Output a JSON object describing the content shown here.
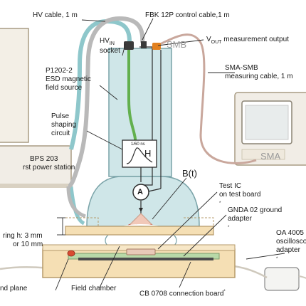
{
  "labels": {
    "hv_cable": "HV cable, 1 m",
    "fbk_cable": "FBK 12P control cable,1 m",
    "hv_socket_line1": "HV",
    "hv_socket_sub": "IN",
    "hv_socket_line2": "socket",
    "smb": "SMB",
    "vout_main": "V",
    "vout_sub": "OUT",
    "vout_rest": " measurement output",
    "p1202_line1": "P1202-2",
    "p1202_line2": "ESD magnetic",
    "p1202_line3": "field source",
    "sma_smb_line1": "SMA-SMB",
    "sma_smb_line2": "measuring cable, 1 m",
    "pulse_line1": "Pulse",
    "pulse_line2": "shaping",
    "pulse_line3": "circuit",
    "pulse_box_top": "1/60 ns",
    "pulse_box_h": "H",
    "sma": "SMA",
    "bps_line1": "BPS 203",
    "bps_line2": "rst power station",
    "bt": "B(t)",
    "ammeter": "A",
    "test_ic_line1": "Test IC",
    "test_ic_line2": "on test board",
    "gnda_line1": "GNDA 02 ground",
    "gnda_line2": "adapter",
    "oa_line1": "OA 4005",
    "oa_line2": "oscillosco",
    "oa_line3": "adapter",
    "ring_line1": "ring h:  3 mm",
    "ring_line2": "or 10 mm",
    "field_chamber": "Field chamber",
    "ground_plane": "nd plane",
    "cb0708": "CB 0708 connection board",
    "asterisk": "*"
  },
  "colors": {
    "housing_fill": "#cfe6e8",
    "housing_stroke": "#7aa3a8",
    "hv_cable": "#8ec7cb",
    "fbk_cable": "#b9b9b9",
    "smb_cable": "#c9a79c",
    "connector_orange": "#e2801f",
    "green_line": "#63b04e",
    "base_fill": "#f5dfb4",
    "board_green": "#b8d9a8",
    "ic_fill": "#e8c9b8",
    "red_dot": "#c83a2a",
    "device_fill": "#f1ede6",
    "device_stroke": "#a89c84"
  }
}
